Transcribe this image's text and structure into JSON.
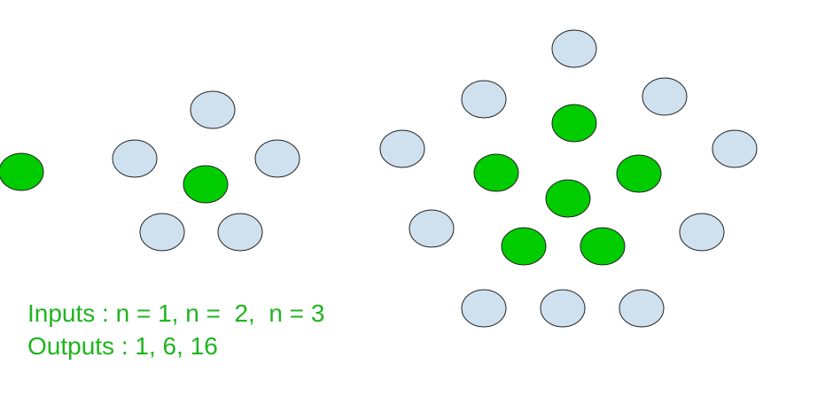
{
  "colors": {
    "filled": "#00cc00",
    "empty": "#cfe0ee",
    "outline": "#222222",
    "text": "#1eb51e"
  },
  "figures": [
    {
      "n": 1,
      "filled_count": 1,
      "empty_count": 0
    },
    {
      "n": 2,
      "filled_count": 1,
      "empty_count": 5
    },
    {
      "n": 3,
      "filled_count": 6,
      "empty_count": 10
    }
  ],
  "caption": {
    "inputs": "Inputs : n = 1, n =  2,  n = 3",
    "outputs": "Outputs : 1, 6, 16"
  }
}
